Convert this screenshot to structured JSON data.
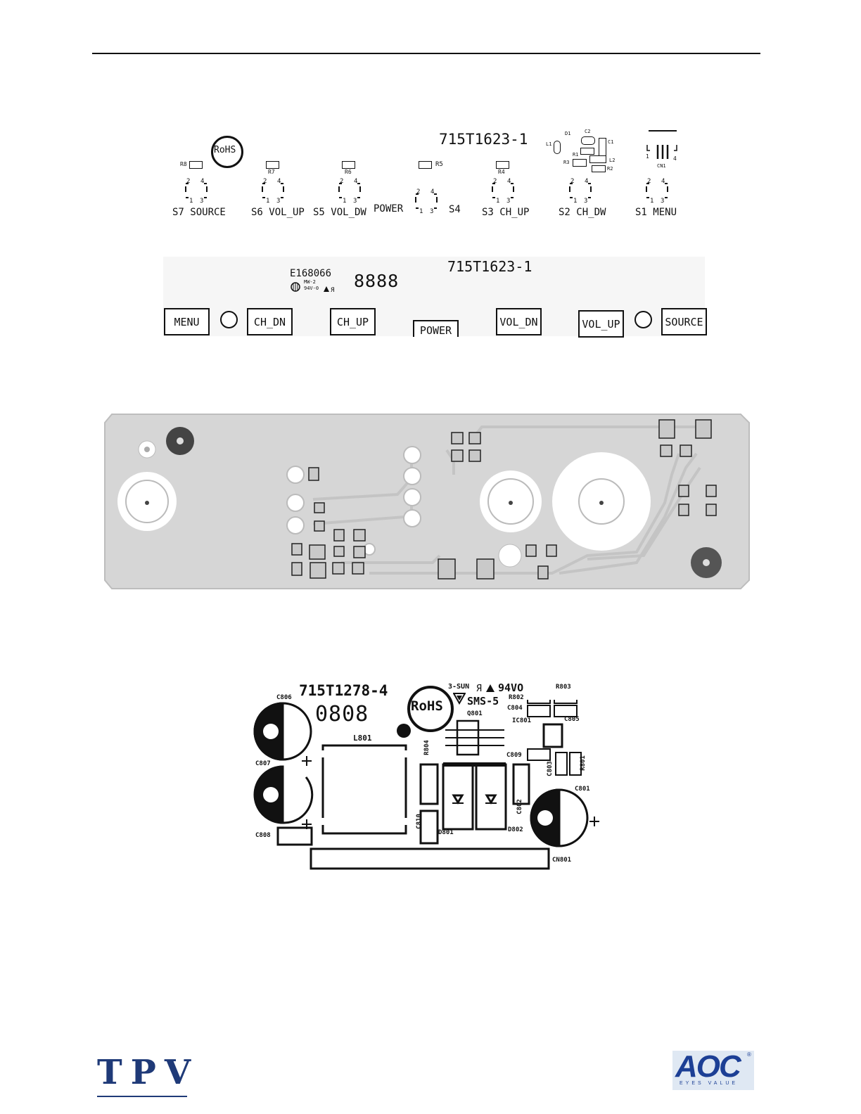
{
  "board1": {
    "code": "715T1623-1",
    "rohs": "RoHS",
    "refs": {
      "r8": "R8",
      "r7": "R7",
      "r6": "R6",
      "r5": "R5",
      "r4": "R4",
      "d1": "D1",
      "c2": "C2",
      "r1": "R1",
      "r3": "R3",
      "l2": "L2",
      "r2": "R2",
      "cn1": "CN1",
      "c1": "C1",
      "l1": "L1"
    },
    "switches": [
      {
        "id": "s7",
        "label": "S7 SOURCE"
      },
      {
        "id": "s6",
        "label": "S6 VOL_UP"
      },
      {
        "id": "s5",
        "label": "S5 VOL_DW"
      },
      {
        "id": "power",
        "label": "POWER"
      },
      {
        "id": "s4",
        "label": "S4"
      },
      {
        "id": "s3",
        "label": "S3 CH_UP"
      },
      {
        "id": "s2",
        "label": "S2 CH_DW"
      },
      {
        "id": "s1",
        "label": "S1 MENU"
      }
    ],
    "pins": {
      "p2": "2",
      "p4": "4",
      "p1": "1",
      "p3": "3"
    }
  },
  "board2": {
    "code": "715T1623-1",
    "cert": "E168066",
    "mw": "MW-2",
    "rating": "94V-0",
    "digits": "8888",
    "buttons": [
      "MENU",
      "CH_DN",
      "CH_UP",
      "POWER",
      "VOL_DN",
      "VOL_UP",
      "SOURCE"
    ]
  },
  "board4": {
    "code": "715T1278-4",
    "rohs": "RoHS",
    "maker": "3-SUN",
    "rating": "94VO",
    "model": "SMS-5",
    "digits": "0808",
    "refs": {
      "c806": "C806",
      "c807": "C807",
      "c808": "C808",
      "l801": "L801",
      "q801": "Q801",
      "r802": "R802",
      "r803": "R803",
      "c804": "C804",
      "c805": "C805",
      "ic801": "IC801",
      "r804": "R804",
      "c809": "C809",
      "c803": "C803",
      "r801": "R801",
      "c801": "C801",
      "c810": "C810",
      "d801": "D801",
      "c802": "C802",
      "d802": "D802",
      "cn801": "CN801"
    },
    "plus": "+"
  },
  "footer": {
    "left_logo": "TPV",
    "right_logo": "AOC",
    "right_tagline": "EYES VALUE",
    "trademark": "®"
  },
  "colors": {
    "ink": "#111111",
    "pcb_fill": "#d6d6d6",
    "pcb_trace": "#cdcdcd",
    "tpv_blue": "#1f3a78",
    "aoc_bg": "#dfe8f3",
    "aoc_blue": "#1c3f95"
  }
}
